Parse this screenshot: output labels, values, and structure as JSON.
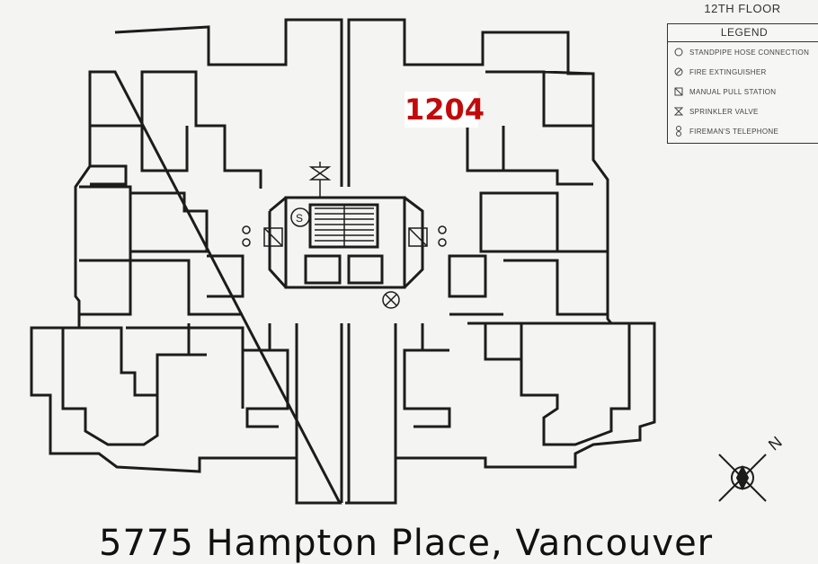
{
  "floor": "12TH FLOOR",
  "legend": {
    "title": "LEGEND",
    "items": [
      {
        "icon": "standpipe-icon",
        "label": "STANDPIPE HOSE CONNECTION"
      },
      {
        "icon": "fire-extinguisher-icon",
        "label": "FIRE EXTINGUISHER"
      },
      {
        "icon": "manual-pull-station-icon",
        "label": "MANUAL PULL STATION"
      },
      {
        "icon": "sprinkler-valve-icon",
        "label": "SPRINKLER VALVE"
      },
      {
        "icon": "firemans-telephone-icon",
        "label": "FIREMAN'S TELEPHONE"
      }
    ]
  },
  "unit": "1204",
  "address": "5775 Hampton Place, Vancouver",
  "compass": {
    "label": "N"
  },
  "colors": {
    "line": "#1c1c1c",
    "highlight": "#c30a0a",
    "background": "#f4f4f2"
  }
}
